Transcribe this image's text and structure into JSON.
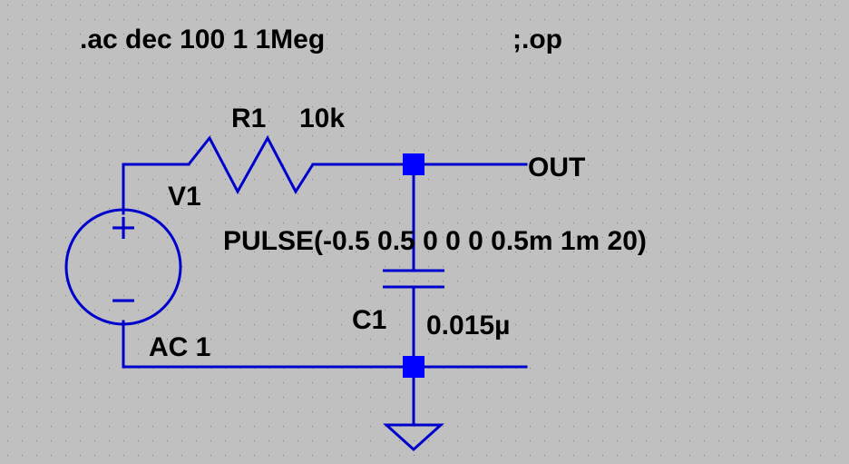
{
  "directives": {
    "ac_analysis": ".ac dec 100 1 1Meg",
    "op_commented": ";.op"
  },
  "components": {
    "resistor": {
      "ref": "R1",
      "value": "10k"
    },
    "source": {
      "ref": "V1",
      "value": "PULSE(-0.5 0.5 0 0 0 0.5m 1m 20)",
      "ac_spec": "AC 1",
      "plus_symbol": "+",
      "minus_symbol": "−"
    },
    "capacitor": {
      "ref": "C1",
      "value": "0.015µ"
    },
    "net_label": "OUT"
  },
  "colors": {
    "background": "#c0c0c0",
    "wire": "#0000cc",
    "junction": "#0000ff",
    "grid_dot": "#808080",
    "text": "#000000"
  }
}
